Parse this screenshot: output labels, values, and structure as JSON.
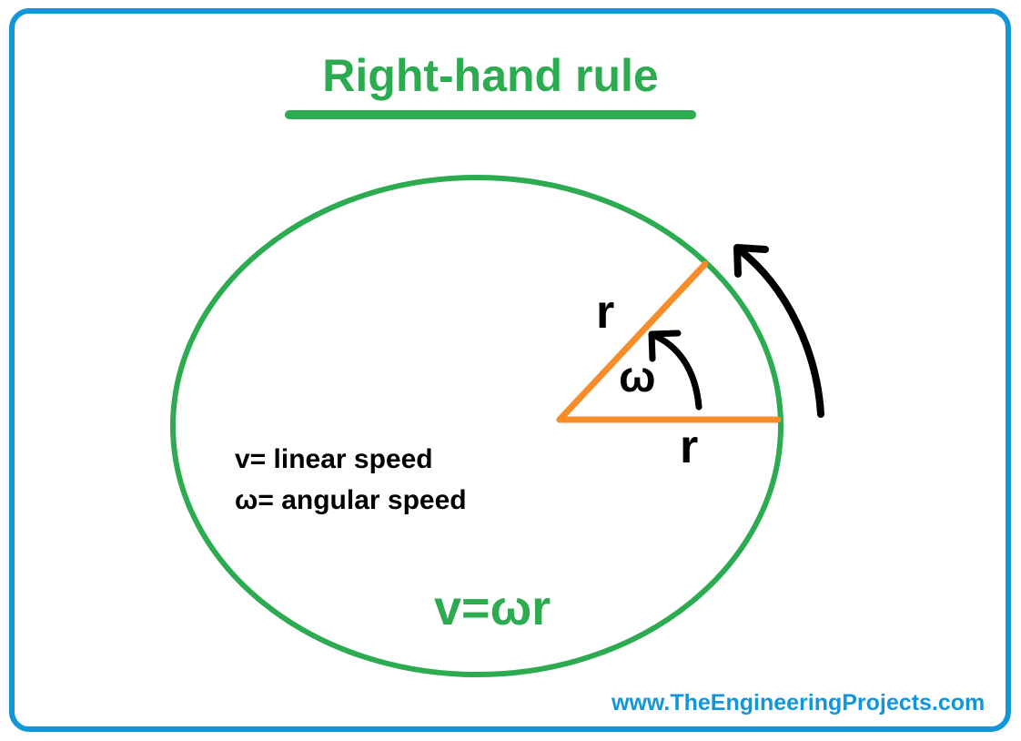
{
  "title": {
    "text": "Right-hand rule"
  },
  "diagram": {
    "labels": {
      "radius_upper": "r",
      "radius_lower": "r",
      "omega": "ω"
    },
    "definitions": {
      "linear_speed": "v= linear speed",
      "angular_speed": "ω= angular speed"
    },
    "formula": "v=ωr"
  },
  "footer": {
    "watermark": "www.TheEngineeringProjects.com"
  },
  "colors": {
    "green": "#2CAB50",
    "orange": "#F78C28",
    "blue": "#1296DB",
    "black": "#000000"
  }
}
